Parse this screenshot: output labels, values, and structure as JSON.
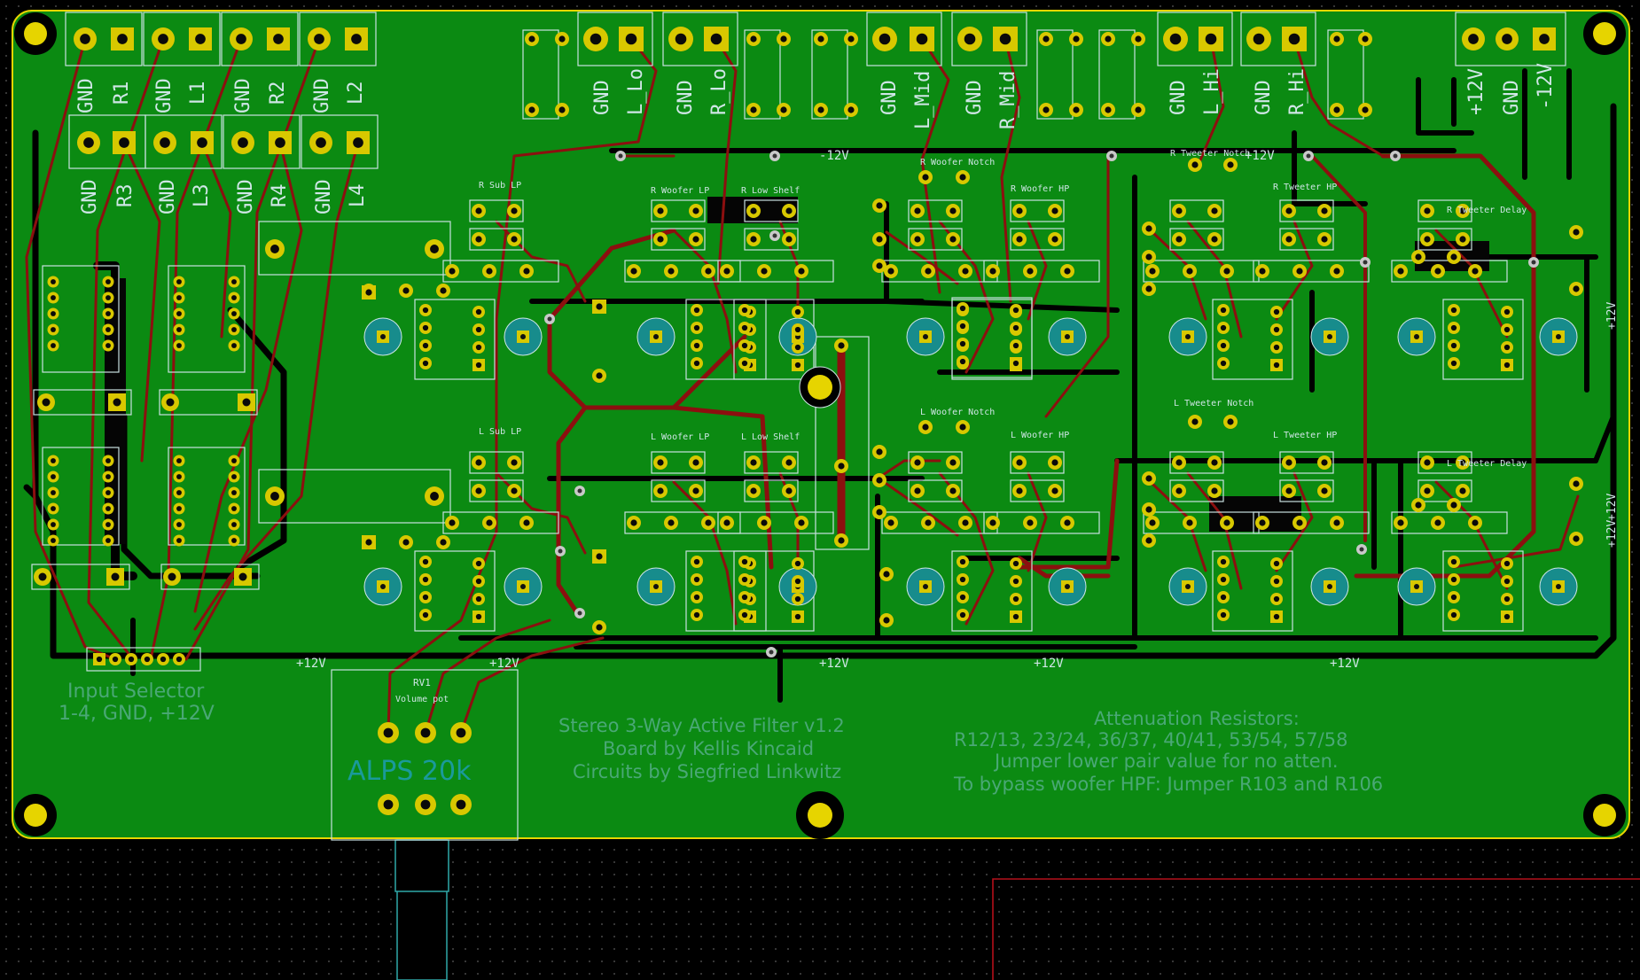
{
  "colors": {
    "board": "#0b8a12",
    "track": "#8c0f0f",
    "pad": "#d8c800",
    "silk": "#cfe6e6",
    "note": "#4aa876",
    "cap_ring": "#178c8c"
  },
  "top_connectors": [
    {
      "pins": [
        "GND",
        "R1"
      ]
    },
    {
      "pins": [
        "GND",
        "L1"
      ]
    },
    {
      "pins": [
        "GND",
        "R2"
      ]
    },
    {
      "pins": [
        "GND",
        "L2"
      ]
    }
  ],
  "second_row_connectors": [
    {
      "pins": [
        "GND",
        "R3"
      ]
    },
    {
      "pins": [
        "GND",
        "L3"
      ]
    },
    {
      "pins": [
        "GND",
        "R4"
      ]
    },
    {
      "pins": [
        "GND",
        "L4"
      ]
    }
  ],
  "output_labels": [
    "GND",
    "L_Lo",
    "GND",
    "R_Lo",
    "GND",
    "L_Mid",
    "GND",
    "R_Mid",
    "GND",
    "L_Hi",
    "GND",
    "R_Hi"
  ],
  "power_labels": {
    "pos": "+12V",
    "neg": "-12V"
  },
  "power_connector_labels": [
    "+12V",
    "GND",
    "-12V"
  ],
  "section_labels": [
    "R Sub LP",
    "R Woofer LP",
    "R Low Shelf",
    "R Woofer Notch",
    "R Woofer HP",
    "R Tweeter Notch",
    "R Tweeter HP",
    "R Tweeter Delay",
    "L Sub LP",
    "L Woofer LP",
    "L Low Shelf",
    "L Woofer Notch",
    "L Woofer HP",
    "L Tweeter Notch",
    "L Tweeter HP",
    "L Tweeter Delay"
  ],
  "input_selector_label": [
    "Input Selector",
    "1-4, GND, +12V"
  ],
  "pot_label": "ALPS 20k",
  "pot_ref": "RV1",
  "pot_sub": "Volume pot",
  "board_credits": [
    "Stereo 3-Way Active Filter v1.2",
    "Board by Kellis Kincaid",
    "Circuits by Siegfried Linkwitz"
  ],
  "attenuation_note": [
    "Attenuation Resistors:",
    "R12/13, 23/24, 36/37, 40/41, 53/54, 57/58",
    "Jumper lower pair value for no atten.",
    "To bypass woofer HPF: Jumper R103 and R106"
  ]
}
